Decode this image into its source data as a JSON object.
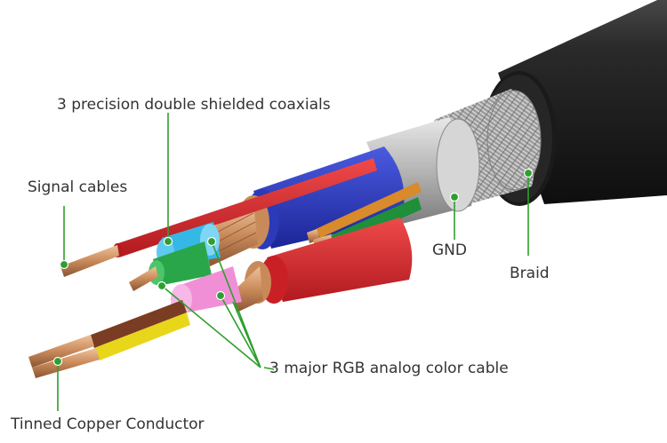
{
  "labels": {
    "coaxials": "3 precision double shielded coaxials",
    "signal_cables": "Signal cables",
    "gnd": "GND",
    "braid": "Braid",
    "rgb": "3 major RGB analog color cable",
    "tinned": "Tinned Copper Conductor"
  },
  "colors": {
    "callout": "#2f9e2f",
    "jacket": "#1b1b1b",
    "braid": "#a9a9a9",
    "foil": "#c8c8c8",
    "copper": "#c98a5a",
    "blue": "#2537c7",
    "red": "#d8262b",
    "green": "#1f8f3a",
    "cyan": "#36b8e6",
    "pink": "#f08fd6",
    "brown": "#7a3c22",
    "yellow": "#e7d61a",
    "orange": "#d98a2a"
  }
}
